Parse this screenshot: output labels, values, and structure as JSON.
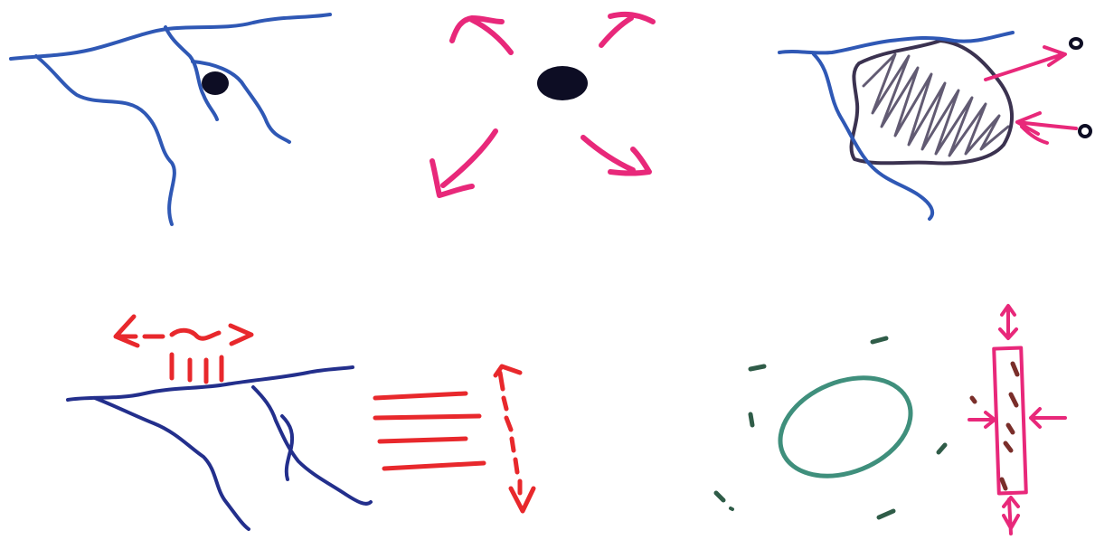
{
  "colors": {
    "fault_blue": "#2f58b5",
    "fault_navy": "#232f8c",
    "source_black": "#0d0d24",
    "arrow_pink": "#e8287a",
    "arrow_red": "#e8282c",
    "hatch_purple": "#3b3250",
    "ellipse_teal": "#3f8f7c",
    "dash_green": "#2f5c48",
    "grain_brown": "#7a2e2a"
  },
  "panels": [
    {
      "id": "fault-with-source",
      "elements": [
        "fault-lines",
        "source-dot"
      ]
    },
    {
      "id": "radiating-pressure",
      "elements": [
        "source-dot",
        "arrow-up-left",
        "arrow-up-right",
        "arrow-down-left",
        "arrow-down-right"
      ]
    },
    {
      "id": "pressurized-zone",
      "elements": [
        "fault-lines",
        "hatched-region",
        "arrow-out",
        "arrow-in",
        "small-circles"
      ]
    },
    {
      "id": "compression-layers",
      "elements": [
        "fault-lines",
        "double-arrow-horizontal",
        "vertical-ticks",
        "horizontal-lines",
        "double-arrow-vertical"
      ]
    },
    {
      "id": "ellipse-and-squeeze",
      "elements": [
        "teal-ellipse",
        "green-dashes",
        "pink-rectangle",
        "arrows-in",
        "vertical-arrows"
      ]
    }
  ]
}
